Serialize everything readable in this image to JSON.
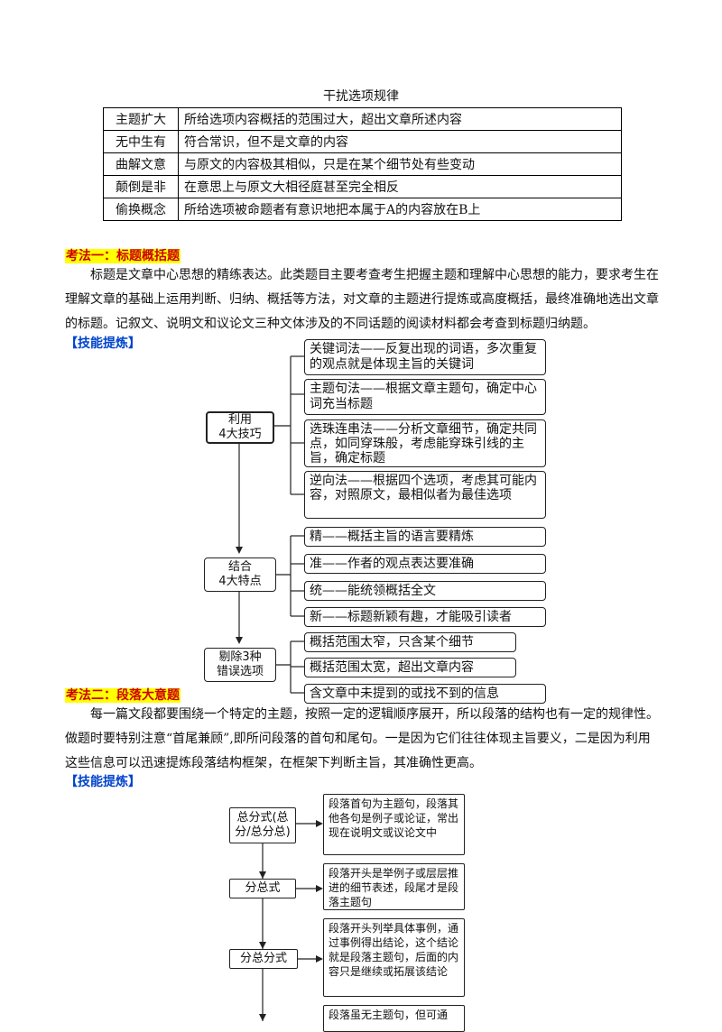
{
  "table": {
    "title": "干扰选项规律",
    "rows": [
      {
        "name": "主题扩大",
        "desc": "所给选项内容概括的范围过大，超出文章所述内容"
      },
      {
        "name": "无中生有",
        "desc": "符合常识，但不是文章的内容"
      },
      {
        "name": "曲解文意",
        "desc": "与原文的内容极其相似，只是在某个细节处有些变动"
      },
      {
        "name": "颠倒是非",
        "desc": "在意思上与原文大相径庭甚至完全相反"
      },
      {
        "name": "偷换概念",
        "desc": "所给选项被命题者有意识地把本属于A的内容放在B上"
      }
    ]
  },
  "section1": {
    "title": "考法一：标题概括题",
    "paragraph": "标题是文章中心思想的精练表达。此类题目主要考查考生把握主题和理解中心思想的能力，要求考生在理解文章的基础上运用判断、归纳、概括等方法，对文章的主题进行提炼或高度概括，最终准确地选出文章的标题。记叙文、说明文和议论文三种文体涉及的不同话题的阅读材料都会考查到标题归纳题。",
    "skill_label": "【技能提炼】",
    "diagram": {
      "hub1": "利用\n4大技巧",
      "hub2": "结合\n4大特点",
      "hub3": "剔除3种\n错误选项",
      "techniques": [
        "关键词法——反复出现的词语，多次重复的观点就是体现主旨的关键词",
        "主题句法——根据文章主题句，确定中心词充当标题",
        "选珠连串法——分析文章细节，确定共同点，如同穿珠般，考虑能穿珠引线的主旨，确定标题",
        "逆向法——根据四个选项，考虑其可能内容，对照原文，最相似者为最佳选项"
      ],
      "features": [
        "精——概括主旨的语言要精炼",
        "准——作者的观点表达要准确",
        "统——能统领概括全文",
        "新——标题新颖有趣，才能吸引读者"
      ],
      "errors": [
        "概括范围太窄，只含某个细节",
        "概括范围太宽，超出文章内容",
        "含文章中未提到的或找不到的信息"
      ]
    }
  },
  "section2": {
    "title": "考法二：段落大意题",
    "paragraph": "每一篇文段都要围绕一个特定的主题，按照一定的逻辑顺序展开，所以段落的结构也有一定的规律性。做题时要特别注意“首尾兼顾”,即所问段落的首句和尾句。一是因为它们往往体现主旨要义，二是因为利用这些信息可以迅速提炼段落结构框架，在框架下判断主旨，其准确性更高。",
    "skill_label": "【技能提炼】",
    "diagram": {
      "types": [
        {
          "label": "总分式(总分/总分总)",
          "desc": "段落首句为主题句，段落其他各句是例子或论证，常出现在说明文或议论文中"
        },
        {
          "label": "分总式",
          "desc": "段落开头是举例子或层层推进的细节表述，段尾才是段落主题句"
        },
        {
          "label": "分总分式",
          "desc": "段落开头列举具体事例，通过事例得出结论，这个结论就是段落主题句，后面的内容只是继续或拓展该结论"
        },
        {
          "label": "",
          "desc": "段落虽无主题句，但可通"
        }
      ]
    }
  }
}
